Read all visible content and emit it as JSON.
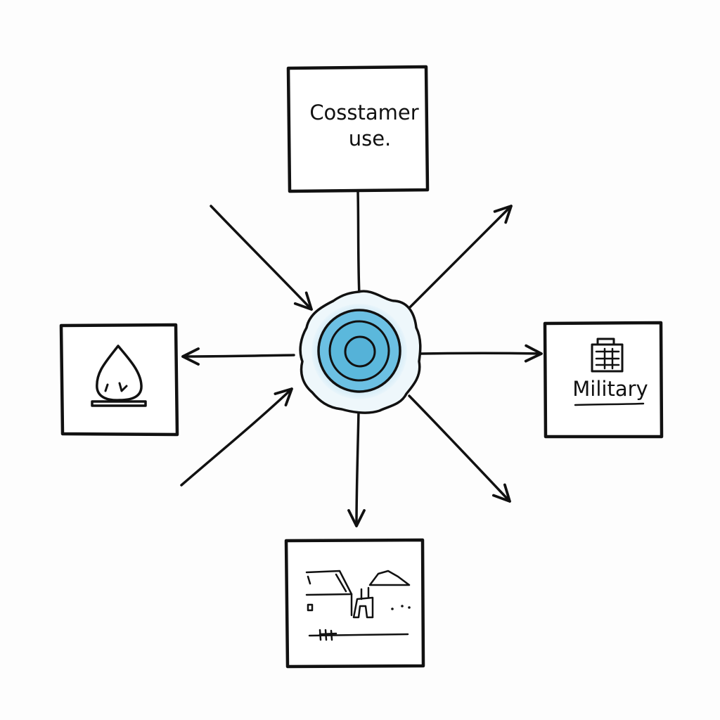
{
  "nodes": {
    "top": {
      "line1": "Cosstamer",
      "line2": "use."
    },
    "right": {
      "label": "Military"
    },
    "left": {
      "icon": "flame-icon"
    },
    "bottom": {
      "icon": "landscape-sketch-icon"
    },
    "center": {
      "icon": "concentric-circles-hub-icon"
    }
  },
  "colors": {
    "ink": "#111111",
    "hub_fill": "#5bb8dc",
    "hub_glow": "#a9d8ee",
    "background": "#fdfdfd"
  }
}
